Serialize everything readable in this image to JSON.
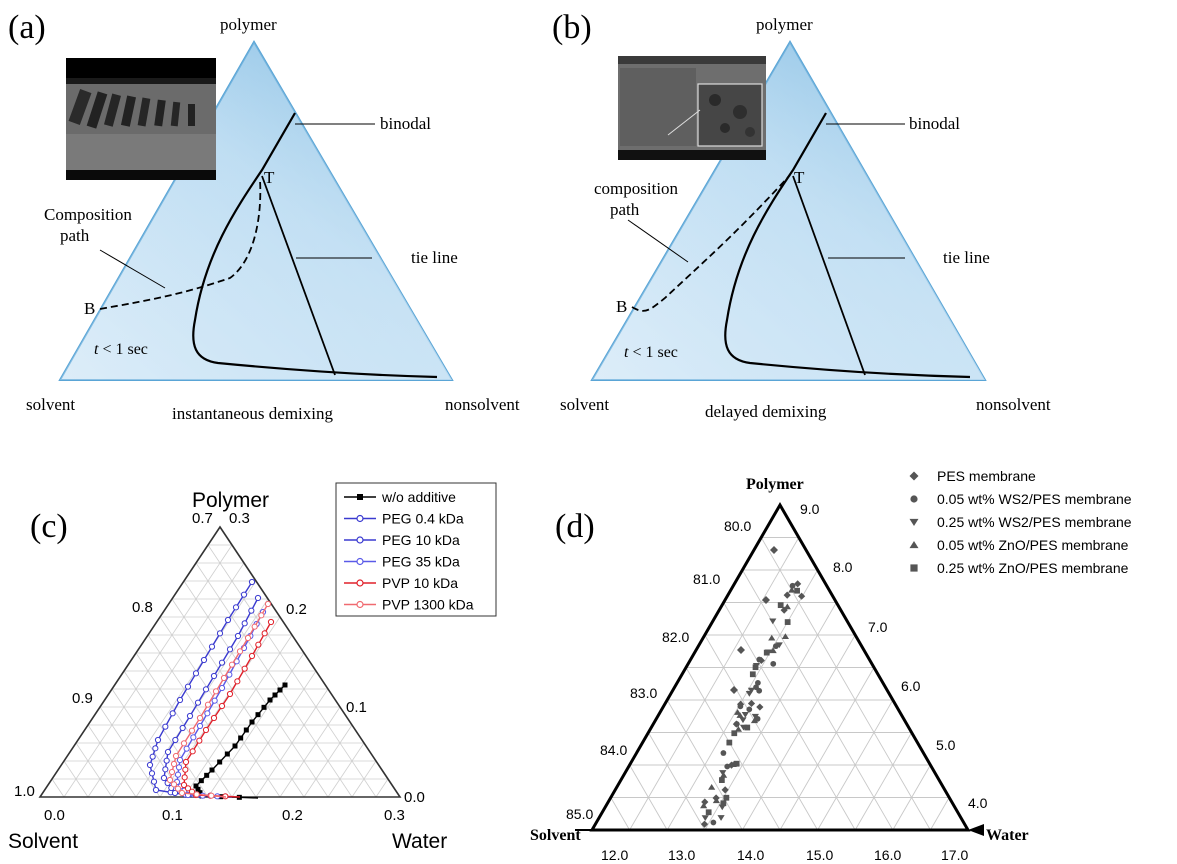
{
  "panels": {
    "a": {
      "label": "(a)",
      "vertex_top": "polymer",
      "vertex_left": "solvent",
      "vertex_right": "nonsolvent",
      "binodal": "binodal",
      "tie_line": "tie line",
      "composition_path_l1": "Composition",
      "composition_path_l2": "path",
      "point_T": "T",
      "point_B": "B",
      "time_t": "t",
      "time_rest": " < 1 sec",
      "caption": "instantaneous demixing"
    },
    "b": {
      "label": "(b)",
      "vertex_top": "polymer",
      "vertex_left": "solvent",
      "vertex_right": "nonsolvent",
      "binodal": "binodal",
      "tie_line": "tie line",
      "composition_path_l1": "composition",
      "composition_path_l2": "path",
      "point_T": "T",
      "point_B": "B",
      "time_t": "t",
      "time_rest": " < 1 sec",
      "caption": "delayed demixing"
    },
    "c": {
      "label": "(c)",
      "vertex_top": "Polymer",
      "vertex_left": "Solvent",
      "vertex_right": "Water",
      "left_ticks": [
        "0.7",
        "0.8",
        "0.9",
        "1.0"
      ],
      "right_ticks": [
        "0.3",
        "0.2",
        "0.1",
        "0.0"
      ],
      "bottom_ticks": [
        "0.0",
        "0.1",
        "0.2",
        "0.3"
      ],
      "legend": [
        {
          "name": "w/o additive",
          "color": "#000000",
          "marker": "square"
        },
        {
          "name": "PEG 0.4 kDa",
          "color": "#3a3ad0",
          "marker": "circle-open"
        },
        {
          "name": "PEG 10 kDa",
          "color": "#3a3ad0",
          "marker": "triangle-open"
        },
        {
          "name": "PEG 35 kDa",
          "color": "#5a5ae8",
          "marker": "circle-open"
        },
        {
          "name": "PVP 10 kDa",
          "color": "#e0202a",
          "marker": "star"
        },
        {
          "name": "PVP 1300 kDa",
          "color": "#f06a70",
          "marker": "circle-open"
        }
      ]
    },
    "d": {
      "label": "(d)",
      "vertex_top": "Polymer",
      "vertex_left": "Solvent",
      "vertex_right": "Water",
      "left_ticks": [
        "80.0",
        "81.0",
        "82.0",
        "83.0",
        "84.0",
        "85.0"
      ],
      "right_ticks": [
        "9.0",
        "8.0",
        "7.0",
        "6.0",
        "5.0",
        "4.0"
      ],
      "bottom_ticks": [
        "12.0",
        "13.0",
        "14.0",
        "15.0",
        "16.0",
        "17.0"
      ],
      "legend": [
        {
          "name": "PES membrane",
          "marker": "diamond"
        },
        {
          "name": "0.05 wt% WS2/PES membrane",
          "marker": "circle"
        },
        {
          "name": "0.25 wt% WS2/PES membrane",
          "marker": "triangle-down"
        },
        {
          "name": "0.05 wt% ZnO/PES membrane",
          "marker": "triangle-up"
        },
        {
          "name": "0.25 wt% ZnO/PES membrane",
          "marker": "square"
        }
      ]
    }
  },
  "colors": {
    "triangle_fill_light": "#e4f1fa",
    "triangle_fill_dark": "#6fb2df",
    "triangle_edge": "#5aa5d6",
    "marker_gray": "#555555"
  }
}
